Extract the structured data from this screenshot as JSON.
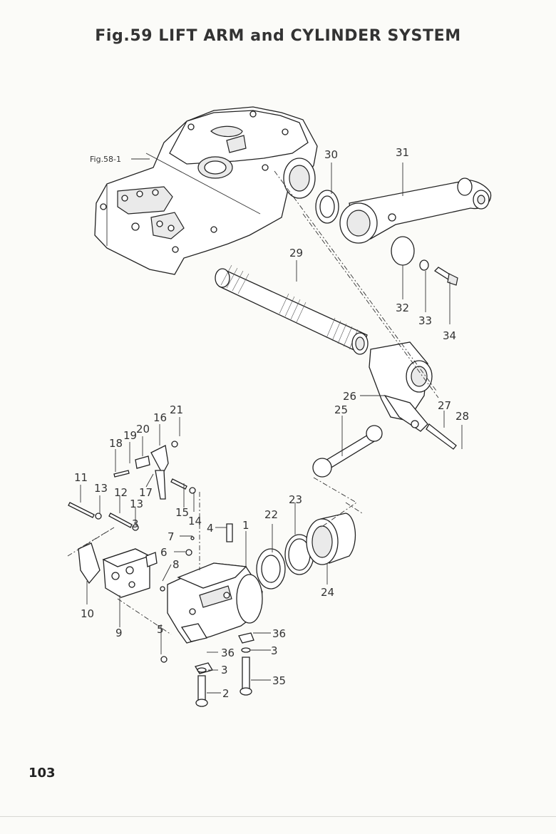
{
  "title": "Fig.59  LIFT ARM and CYLINDER SYSTEM",
  "page_number": "103",
  "reference_label": "Fig.58-1",
  "callouts": [
    "1",
    "2",
    "3",
    "3",
    "3",
    "4",
    "5",
    "6",
    "7",
    "8",
    "9",
    "10",
    "11",
    "12",
    "13",
    "13",
    "14",
    "15",
    "16",
    "17",
    "18",
    "19",
    "20",
    "21",
    "22",
    "23",
    "24",
    "25",
    "26",
    "27",
    "28",
    "29",
    "30",
    "31",
    "32",
    "33",
    "34",
    "35",
    "36",
    "36"
  ]
}
